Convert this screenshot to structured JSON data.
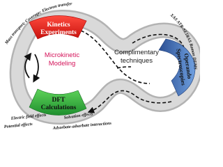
{
  "kinetics": {
    "line1": "Kinetics",
    "line2": "Experiments",
    "color": "#e8211c"
  },
  "dft": {
    "line1": "DFT",
    "line2": "Calculations",
    "color": "#39b54a"
  },
  "operando": {
    "line1": "Operando",
    "line2": "Spectroscopies",
    "color": "#3a63a8"
  },
  "center_left": {
    "line1": "Microkinetic",
    "line2": "Modeling",
    "color": "#d4145a"
  },
  "center_right": {
    "line1": "Complimentary",
    "line2": "techniques",
    "color": "#1a1a1a"
  },
  "top_arc_label": "Mass transport; Coverage; Electron transfer",
  "right_arc_label": "XAS ATR-SEIRAS Raman DEMS",
  "bottom_labels": {
    "line1_a": "Electric field effects",
    "line1_b": "Solvation effects",
    "line2_a": "Potential effects",
    "line2_b": "Adsorbate-adsorbate interactions"
  }
}
